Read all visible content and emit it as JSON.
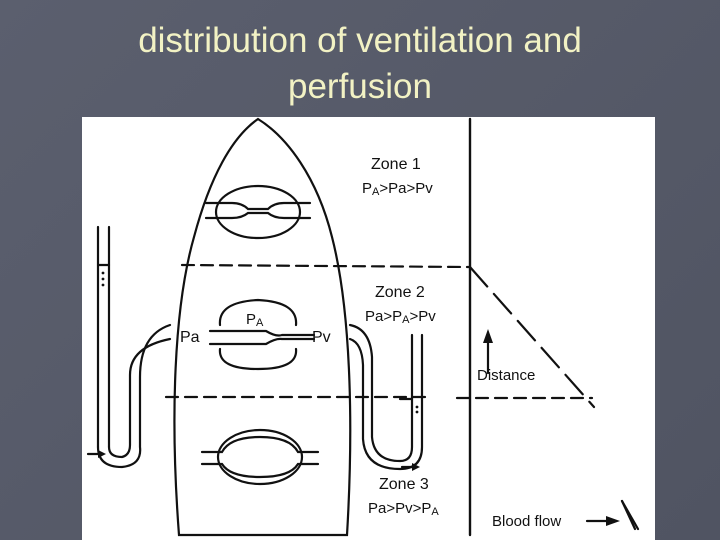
{
  "slide": {
    "title_line1": "distribution of ventilation and",
    "title_line2": "perfusion",
    "title_color": "#f2f2c4",
    "background_color": "#555968"
  },
  "diagram": {
    "zone1": {
      "name": "Zone 1",
      "relation": [
        "P",
        "A",
        ">Pa>Pv"
      ]
    },
    "zone2": {
      "name": "Zone 2",
      "relation": [
        "Pa>P",
        "A",
        ">Pv"
      ]
    },
    "zone3": {
      "name": "Zone 3",
      "relation": [
        "Pa>Pv>P",
        "A"
      ]
    },
    "pa_label": "Pa",
    "pv_label": "Pv",
    "palv_label": [
      "P",
      "A"
    ],
    "distance_label": "Distance",
    "blood_flow_label": "Blood flow"
  }
}
